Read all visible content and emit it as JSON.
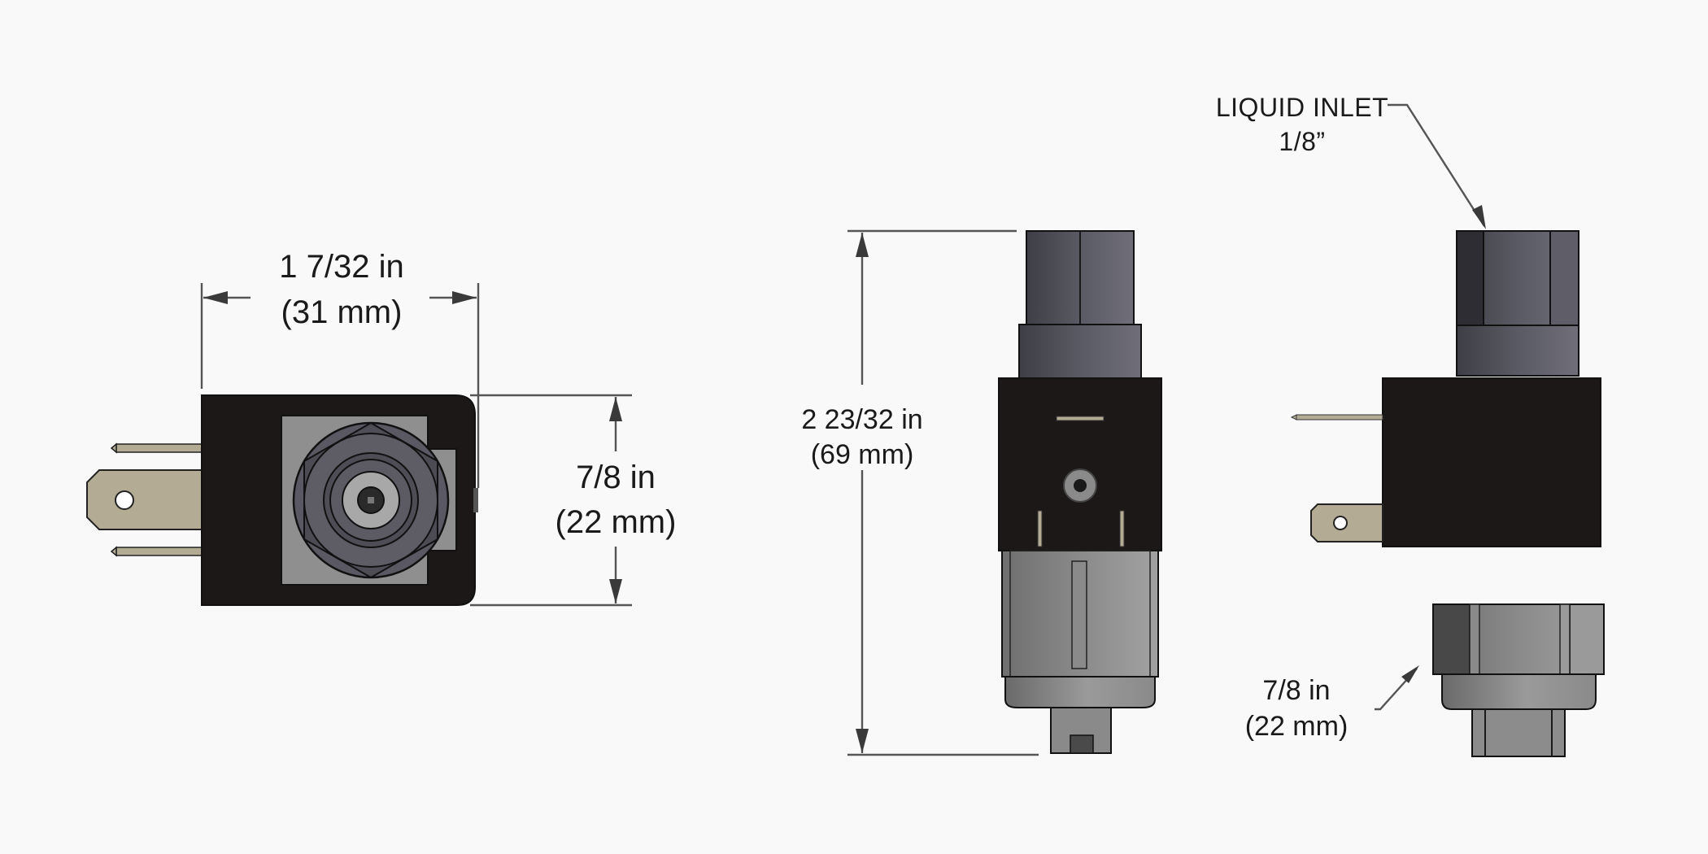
{
  "views": {
    "front": {
      "width_dimension": {
        "imperial": "1 7/32 in",
        "metric": "(31 mm)"
      },
      "height_dimension": {
        "imperial": "7/8 in",
        "metric": "(22 mm)"
      }
    },
    "side": {
      "height_dimension": {
        "imperial": "2 23/32 in",
        "metric": "(69 mm)"
      }
    },
    "side_rotated": {
      "inlet_callout": {
        "line1": "LIQUID INLET",
        "line2": "1/8”"
      },
      "nut_dimension": {
        "imperial": "7/8 in",
        "metric": "(22 mm)"
      }
    }
  },
  "colors": {
    "background": "#f9f9f9",
    "coil_body": "#1b1817",
    "terminal_brass": "#b3ab94",
    "fitting_dark": "#5e5e68",
    "fitting_light": "#6b6a75",
    "nut_gray": "#8c8c8c",
    "plate_gray": "#8f8f8f",
    "dimension_line": "#555555"
  }
}
